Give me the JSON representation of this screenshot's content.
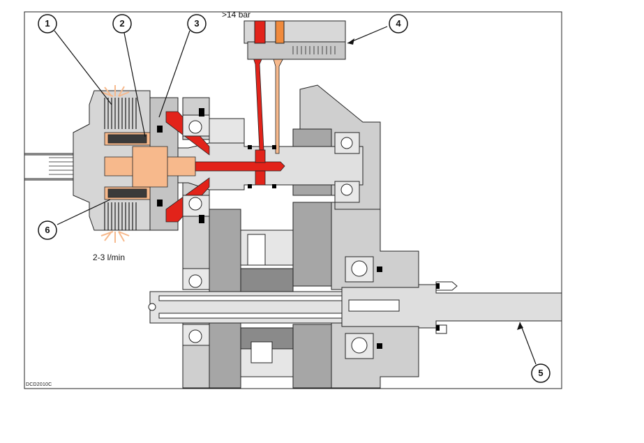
{
  "figure": {
    "pressure_note": ">14 bar",
    "flow_note": "2-3 l/min",
    "figure_code": "DCD2010C"
  },
  "callouts": [
    {
      "id": "1"
    },
    {
      "id": "2"
    },
    {
      "id": "3"
    },
    {
      "id": "4"
    },
    {
      "id": "5"
    },
    {
      "id": "6"
    }
  ],
  "colors": {
    "housing": "#cfcfcf",
    "housing_dark": "#9a9a9a",
    "shaft": "#dcdcdc",
    "pressure_oil": "#e2231a",
    "lube_oil": "#f7b98c",
    "control_valve_stripe": "#f08a3c",
    "clutch_plates": "#3a3a3a",
    "seals": "#000000",
    "outline": "#222222"
  }
}
